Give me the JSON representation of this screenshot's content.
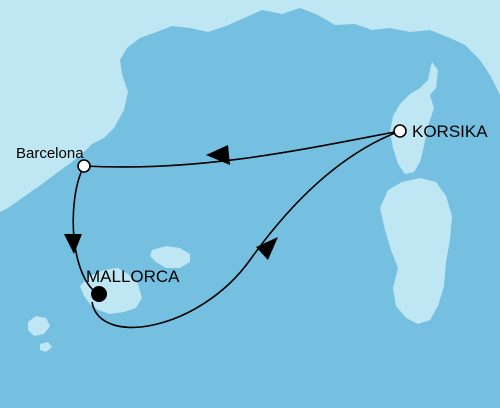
{
  "colors": {
    "sea": "#75bfe0",
    "land": "#bfe6f3",
    "route": "#000000",
    "port_marker": "#ffffff",
    "home_port_marker": "#000000"
  },
  "ports": [
    {
      "id": "barcelona",
      "label": "Barcelona",
      "marker": "open-circle"
    },
    {
      "id": "mallorca",
      "label": "MALLORCA",
      "marker": "filled-circle",
      "role": "start-end"
    },
    {
      "id": "korsika",
      "label": "KORSIKA",
      "marker": "open-circle"
    }
  ],
  "route_order": [
    "mallorca",
    "korsika",
    "barcelona",
    "mallorca"
  ]
}
